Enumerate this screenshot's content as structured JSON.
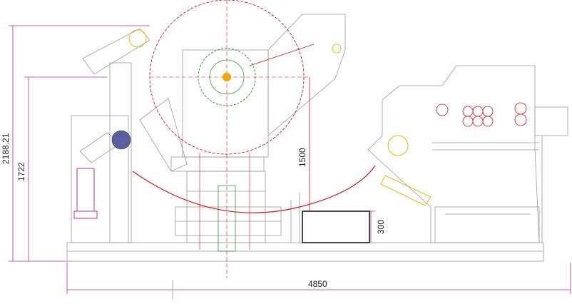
{
  "drawing": {
    "dimensions": {
      "overall_height": "2188.21",
      "frame_height": "1722",
      "coil_offset": "1500",
      "base_height": "300",
      "overall_length": "4850"
    },
    "colors": {
      "frame_line": "#9a9a9a",
      "dimension_line": "#b0309a",
      "coil_outline": "#d6141e",
      "hub_outline": "#2f9a34",
      "highlight": "#f2d400",
      "component_fill": "#5b5f9f",
      "box_fill": "#1c1c1c",
      "background": "#ffffff"
    }
  }
}
